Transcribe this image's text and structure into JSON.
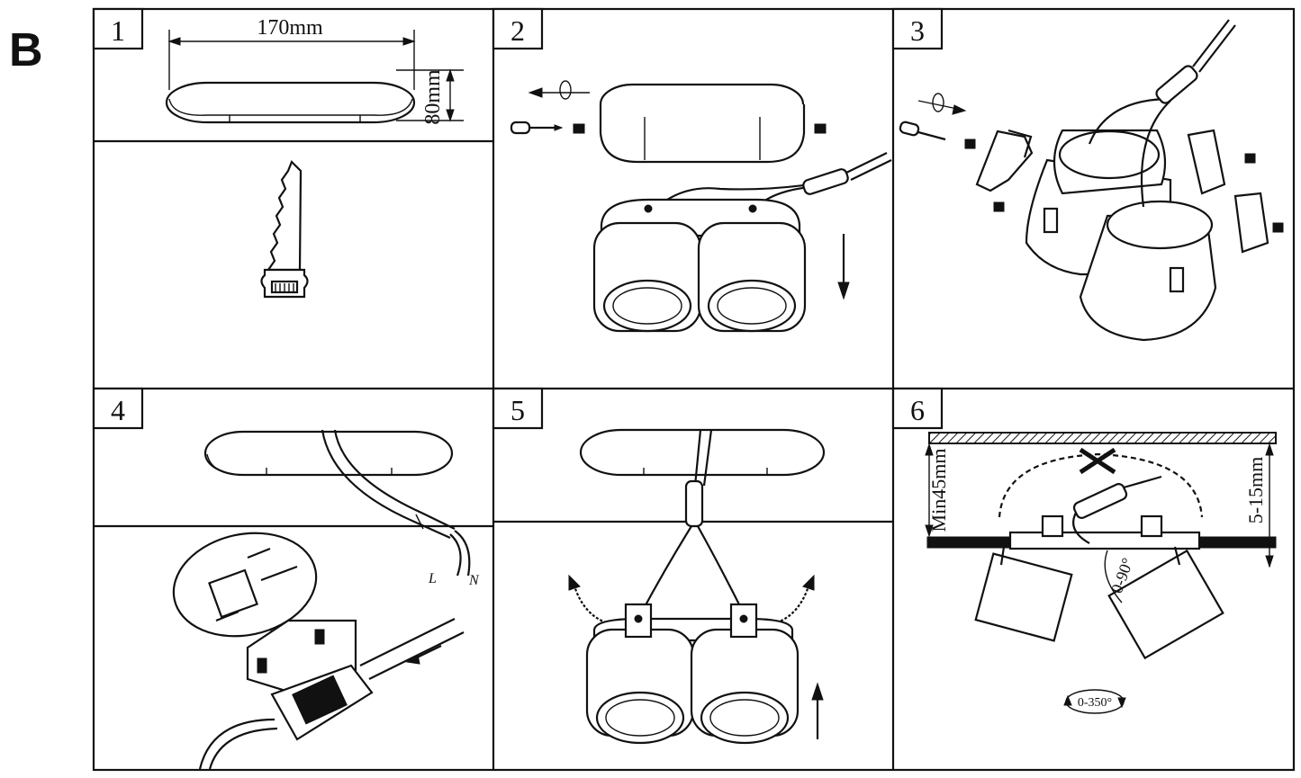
{
  "section": {
    "letter": "B"
  },
  "steps": [
    {
      "number": "1",
      "width_label": "170mm",
      "height_label": "80mm"
    },
    {
      "number": "2"
    },
    {
      "number": "3"
    },
    {
      "number": "4",
      "live_label": "L",
      "neutral_label": "N",
      "terminal_live": "L",
      "terminal_neutral": "N"
    },
    {
      "number": "5"
    },
    {
      "number": "6",
      "ceiling_depth_label": "Min45mm",
      "panel_thickness_label": "5-15mm",
      "tilt_label": "0-90°",
      "rotation_label": "0-350°"
    }
  ],
  "icons": [
    "saw-icon",
    "screwdriver-icon",
    "rotate-arrow-icon",
    "down-arrow-icon",
    "up-arrow-icon",
    "connector-block-icon",
    "prohibited-cross-icon"
  ]
}
